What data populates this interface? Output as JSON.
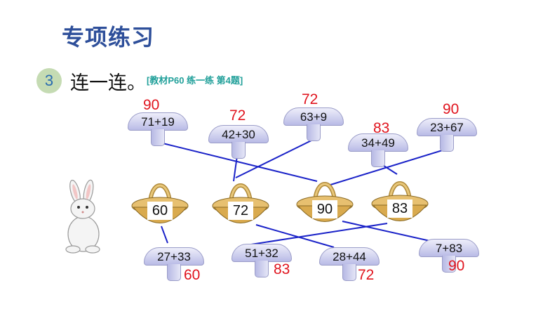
{
  "header": {
    "title": "专项练习"
  },
  "question": {
    "number": "3",
    "text": "连一连。",
    "reference": "[教材P60 练一练  第4题]"
  },
  "top_mushrooms": [
    {
      "expr": "71+19",
      "answer": "90"
    },
    {
      "expr": "42+30",
      "answer": "72"
    },
    {
      "expr": "63+9",
      "answer": "72"
    },
    {
      "expr": "34+49",
      "answer": "83"
    },
    {
      "expr": "23+67",
      "answer": "90"
    }
  ],
  "baskets": [
    {
      "value": "60"
    },
    {
      "value": "72"
    },
    {
      "value": "90"
    },
    {
      "value": "83"
    }
  ],
  "bottom_mushrooms": [
    {
      "expr": "27+33",
      "answer": "60"
    },
    {
      "expr": "51+32",
      "answer": "83"
    },
    {
      "expr": "28+44",
      "answer": "72"
    },
    {
      "expr": "7+83",
      "answer": "90"
    }
  ],
  "colors": {
    "title": "#2e4f9a",
    "answer": "#e0141e",
    "line": "#1a22c8",
    "badge": "#c5dbb3"
  }
}
